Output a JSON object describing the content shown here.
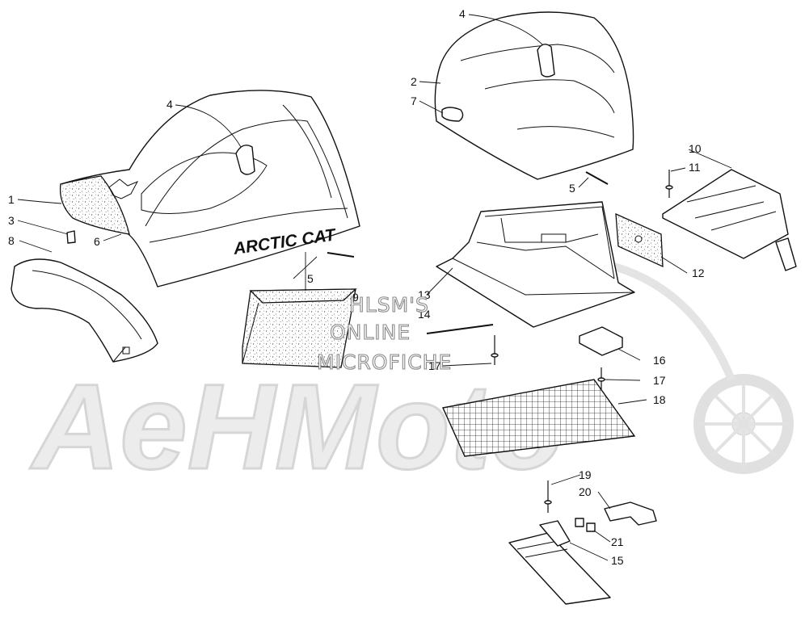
{
  "diagram": {
    "callouts": [
      {
        "id": "1",
        "label": "1"
      },
      {
        "id": "2",
        "label": "2"
      },
      {
        "id": "3",
        "label": "3"
      },
      {
        "id": "4a",
        "label": "4"
      },
      {
        "id": "4b",
        "label": "4"
      },
      {
        "id": "5a",
        "label": "5"
      },
      {
        "id": "5b",
        "label": "5"
      },
      {
        "id": "6",
        "label": "6"
      },
      {
        "id": "7",
        "label": "7"
      },
      {
        "id": "8",
        "label": "8"
      },
      {
        "id": "9",
        "label": "9"
      },
      {
        "id": "10",
        "label": "10"
      },
      {
        "id": "11",
        "label": "11"
      },
      {
        "id": "12",
        "label": "12"
      },
      {
        "id": "13",
        "label": "13"
      },
      {
        "id": "14",
        "label": "14"
      },
      {
        "id": "15",
        "label": "15"
      },
      {
        "id": "16",
        "label": "16"
      },
      {
        "id": "17a",
        "label": "17"
      },
      {
        "id": "17b",
        "label": "17"
      },
      {
        "id": "18",
        "label": "18"
      },
      {
        "id": "19",
        "label": "19"
      },
      {
        "id": "20",
        "label": "20"
      },
      {
        "id": "21",
        "label": "21"
      }
    ],
    "seat_brand_text": "ARCTIC CAT"
  },
  "watermark": {
    "lines": [
      "HLSM'S",
      "ONLINE",
      "MICROFICHE"
    ],
    "logo_text": "AeHMoto"
  }
}
